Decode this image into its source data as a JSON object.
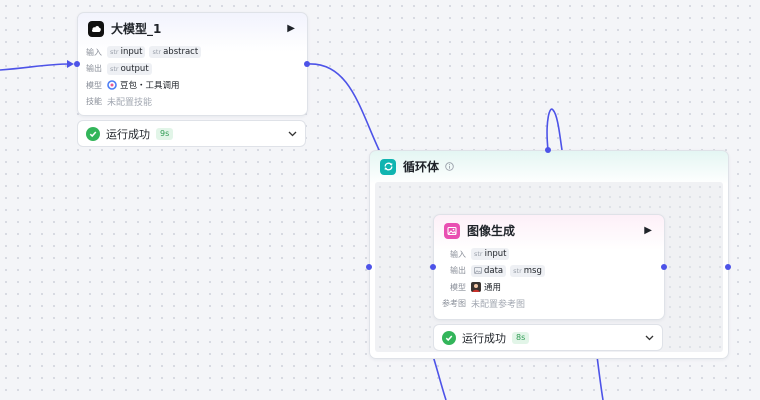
{
  "colors": {
    "edge": "#4d53e8",
    "success": "#33b55a",
    "loop_accent": "#10b4b0",
    "image_accent": "#e94fb2"
  },
  "llm_node": {
    "title": "大模型_1",
    "icon": "model-cloud-icon",
    "input_label": "输入",
    "inputs": [
      {
        "type": "str",
        "name": "input"
      },
      {
        "type": "str",
        "name": "abstract"
      }
    ],
    "output_label": "输出",
    "outputs": [
      {
        "type": "str",
        "name": "output"
      }
    ],
    "model_label": "模型",
    "model_value": "豆包・工具调用",
    "skill_label": "技能",
    "skill_value": "未配置技能",
    "status_text": "运行成功",
    "status_time": "9s"
  },
  "loop_node": {
    "title": "循环体",
    "icon": "loop-icon",
    "info_icon": "info-icon"
  },
  "image_node": {
    "title": "图像生成",
    "icon": "image-icon",
    "input_label": "输入",
    "inputs": [
      {
        "type": "str",
        "name": "input"
      }
    ],
    "output_label": "输出",
    "outputs": [
      {
        "type": "img",
        "name": "data"
      },
      {
        "type": "str",
        "name": "msg"
      }
    ],
    "model_label": "模型",
    "model_value": "通用",
    "ref_label": "参考图",
    "ref_value": "未配置参考图",
    "status_text": "运行成功",
    "status_time": "8s"
  }
}
